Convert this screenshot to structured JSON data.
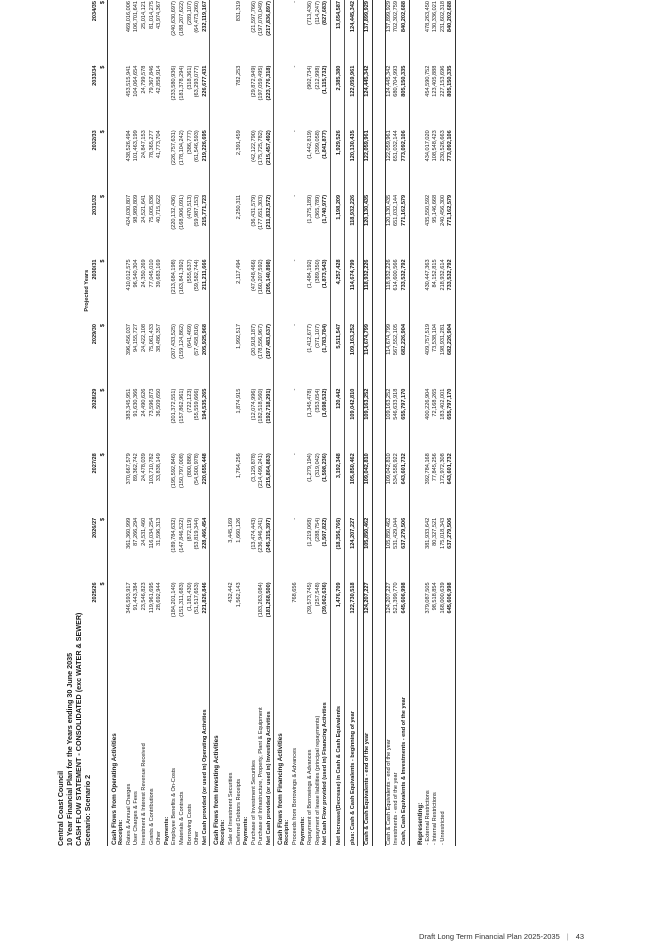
{
  "header": {
    "council": "Central Coast Council",
    "plan": "10 Year Financial Plan for the Years ending 30 June 2035",
    "statement": "CASH FLOW STATEMENT - CONSOLIDATED (exc WATER & SEWER)",
    "scenario": "Scenario: Scenario 2"
  },
  "projected_label": "Projected Years",
  "years": [
    "2025/26",
    "2026/27",
    "2027/28",
    "2028/29",
    "2029/30",
    "2030/31",
    "2031/32",
    "2032/33",
    "2033/34",
    "2034/35"
  ],
  "currency": "$",
  "rows": [
    {
      "type": "sec",
      "label": "Cash Flows from Operating Activities"
    },
    {
      "type": "sub",
      "label": "Receipts:"
    },
    {
      "type": "data",
      "label": "Rates & Annual Charges",
      "values": [
        "346,593,917",
        "361,360,999",
        "370,667,579",
        "383,345,951",
        "396,456,037",
        "410,012,575",
        "424,030,807",
        "438,526,494",
        "453,515,941",
        "469,016,006"
      ]
    },
    {
      "type": "data",
      "label": "User Charges & Fees",
      "values": [
        "91,443,384",
        "87,266,294",
        "89,362,742",
        "91,630,366",
        "94,155,727",
        "96,540,304",
        "98,989,809",
        "101,463,199",
        "104,064,654",
        "106,701,641"
      ]
    },
    {
      "type": "data",
      "label": "Investment & Interest Revenue Received",
      "values": [
        "23,546,823",
        "24,531,460",
        "24,478,039",
        "24,490,626",
        "24,422,108",
        "24,350,269",
        "24,521,641",
        "24,847,153",
        "24,799,578",
        "25,014,121"
      ]
    },
    {
      "type": "data",
      "label": "Grants & Contributions",
      "values": [
        "119,961,695",
        "116,034,254",
        "103,710,782",
        "73,596,873",
        "75,061,433",
        "77,045,010",
        "75,005,836",
        "78,365,277",
        "79,367,846",
        "81,014,275"
      ]
    },
    {
      "type": "data",
      "label": "Other",
      "values": [
        "28,692,944",
        "31,596,313",
        "33,838,149",
        "36,509,650",
        "38,486,357",
        "39,683,169",
        "40,715,622",
        "41,773,704",
        "42,858,914",
        "43,974,367"
      ]
    },
    {
      "type": "sub",
      "label": "Payments:"
    },
    {
      "type": "data",
      "label": "Employee Benefits & On-Costs",
      "values": [
        "(184,201,140)",
        "(189,784,632)",
        "(195,592,846)",
        "(201,372,551)",
        "(207,433,525)",
        "(213,684,198)",
        "(220,132,436)",
        "(226,757,631)",
        "(233,580,936)",
        "(240,630,697)"
      ]
    },
    {
      "type": "data",
      "label": "Materials & Contracts",
      "values": [
        "(151,311,683)",
        "(147,846,522)",
        "(150,797,008)",
        "(157,862,961)",
        "(159,124,862)",
        "(163,841,392)",
        "(168,906,091)",
        "(178,104,242)",
        "(181,378,294)",
        "(188,207,622)"
      ]
    },
    {
      "type": "data",
      "label": "Borrowing Costs",
      "values": [
        "(1,181,430)",
        "(872,119)",
        "(800,886)",
        "(722,123)",
        "(641,469)",
        "(555,637)",
        "(470,513)",
        "(386,777)",
        "(318,361)",
        "(289,107)"
      ]
    },
    {
      "type": "data",
      "label": "Other",
      "values": [
        "(51,517,653)",
        "(53,819,344)",
        "(54,500,978)",
        "(55,559,666)",
        "(57,458,816)",
        "(59,582,744)",
        "(59,987,153)",
        "(61,546,593)",
        "(63,293,077)",
        "(64,473,260)"
      ]
    },
    {
      "type": "tot",
      "label": "Net Cash provided (or used in) Operating Activities",
      "values": [
        "221,826,846",
        "228,466,454",
        "220,655,448",
        "194,535,265",
        "205,925,968",
        "211,211,666",
        "215,771,723",
        "219,226,695",
        "226,677,431",
        "232,119,167"
      ]
    },
    {
      "type": "sec",
      "label": "Cash Flows from Investing Activities"
    },
    {
      "type": "sub",
      "label": "Receipts:"
    },
    {
      "type": "data",
      "label": "Sale of Investment Securities",
      "values": [
        "432,442",
        "3,445,169",
        "",
        "",
        "",
        "",
        "",
        "",
        "",
        ""
      ]
    },
    {
      "type": "data",
      "label": "Deferred Debtors Receipts",
      "values": [
        "1,562,143",
        "1,660,126",
        "1,764,256",
        "1,874,915",
        "1,992,517",
        "2,117,494",
        "2,250,311",
        "2,391,459",
        "782,253",
        "831,319"
      ]
    },
    {
      "type": "sub",
      "label": "Payments:"
    },
    {
      "type": "data",
      "label": "Purchase of Investment Securities",
      "values": [
        "",
        "(13,474,443)",
        "(3,129,878)",
        "(12,074,996)",
        "(20,918,187)",
        "(47,048,466)",
        "(36,431,579)",
        "(42,122,790)",
        "(29,872,949)",
        "(21,597,766)"
      ]
    },
    {
      "type": "data",
      "label": "Purchase of Infrastructure, Property, Plant & Equipment",
      "values": [
        "(183,263,084)",
        "(236,946,241)",
        "(214,499,241)",
        "(182,518,560)",
        "(178,556,967)",
        "(160,207,592)",
        "(177,651,303)",
        "(175,725,782)",
        "(197,059,495)",
        "(197,070,049)"
      ]
    },
    {
      "type": "tot",
      "label": "Net Cash provided (or used in) Investing Activities",
      "values": [
        "(181,268,500)",
        "(245,315,397)",
        "(215,864,863)",
        "(192,718,291)",
        "(197,483,637)",
        "(205,140,898)",
        "(211,832,572)",
        "(215,457,492)",
        "(223,776,318)",
        "(217,836,897)"
      ]
    },
    {
      "type": "sec",
      "label": "Cash Flows from Financing Activities"
    },
    {
      "type": "sub",
      "label": "Receipts:"
    },
    {
      "type": "data",
      "label": "Proceeds from Borrowings & Advances",
      "values": [
        "768,656",
        "-",
        "-",
        "-",
        "-",
        "-",
        "-",
        "-",
        "-",
        "-"
      ]
    },
    {
      "type": "sub",
      "label": "Payments:"
    },
    {
      "type": "data",
      "label": "Repayment of Borrowings & Advances",
      "values": [
        "(39,573,745)",
        "(1,219,068)",
        "(1,279,194)",
        "(1,345,478)",
        "(1,412,677)",
        "(1,484,192)",
        "(1,375,189)",
        "(1,442,819)",
        "(902,734)",
        "(713,436)"
      ]
    },
    {
      "type": "data",
      "label": "Repayment of lease liabilities (principal repayments)",
      "values": [
        "(257,548)",
        "(288,754)",
        "(319,042)",
        "(353,054)",
        "(371,107)",
        "(389,350)",
        "(365,789)",
        "(399,058)",
        "(212,998)",
        "(114,247)"
      ]
    },
    {
      "type": "tot",
      "label": "Net Cash Flow provided (used in) Financing Activities",
      "values": [
        "(39,062,636)",
        "(1,507,822)",
        "(1,598,236)",
        "(1,698,532)",
        "(1,783,784)",
        "(1,873,543)",
        "(1,740,977)",
        "(1,841,877)",
        "(1,115,732)",
        "(827,683)"
      ]
    },
    {
      "type": "gap"
    },
    {
      "type": "tot",
      "label": "Net Increase/(Decrease) in Cash & Cash Equivalents",
      "values": [
        "1,476,709",
        "(18,356,766)",
        "3,192,348",
        "120,442",
        "5,511,547",
        "4,257,428",
        "1,198,209",
        "1,929,526",
        "2,385,380",
        "13,654,587"
      ]
    },
    {
      "type": "gap"
    },
    {
      "type": "tot",
      "label": "plus: Cash & Cash Equivalents - beginning of year",
      "values": [
        "122,730,518",
        "124,207,227",
        "105,850,462",
        "109,042,810",
        "109,163,252",
        "114,674,799",
        "118,932,226",
        "120,130,435",
        "122,059,961",
        "124,445,342"
      ]
    },
    {
      "type": "gap"
    },
    {
      "type": "grand",
      "label": "Cash & Cash Equivalents - end of the year",
      "values": [
        "124,207,227",
        "105,850,462",
        "109,042,810",
        "109,163,252",
        "114,674,799",
        "118,932,226",
        "120,130,435",
        "122,059,961",
        "124,445,342",
        "137,899,929"
      ]
    },
    {
      "type": "bigsep"
    },
    {
      "type": "data",
      "label": "Cash & Cash Equivalents - end of the year",
      "values": [
        "124,207,227",
        "105,850,462",
        "109,042,810",
        "109,163,252",
        "114,674,799",
        "118,932,226",
        "120,130,435",
        "122,059,961",
        "124,445,342",
        "137,899,929"
      ]
    },
    {
      "type": "data",
      "label": "Investments - end of the year",
      "values": [
        "521,399,770",
        "531,429,044",
        "534,558,922",
        "546,633,918",
        "567,552,105",
        "614,600,566",
        "651,032,144",
        "651,032,144",
        "680,704,993",
        "702,302,759"
      ]
    },
    {
      "type": "balf",
      "label": "Cash, Cash Equivalents & Investments - end of the year",
      "values": [
        "645,606,998",
        "637,279,506",
        "643,601,732",
        "655,797,170",
        "682,226,904",
        "733,532,792",
        "771,162,579",
        "773,092,106",
        "805,150,335",
        "840,202,688"
      ]
    },
    {
      "type": "gap"
    },
    {
      "type": "sec",
      "label": "Representing:"
    },
    {
      "type": "data",
      "label": "- External Restrictions",
      "values": [
        "379,087,505",
        "381,933,642",
        "392,784,168",
        "400,226,904",
        "409,757,519",
        "430,447,363",
        "435,550,592",
        "434,017,020",
        "454,590,752",
        "478,263,450"
      ]
    },
    {
      "type": "data",
      "label": "- Internal Restrictions",
      "values": [
        "98,518,854",
        "80,327,521",
        "77,845,256",
        "72,168,265",
        "73,538,104",
        "84,152,815",
        "95,146,668",
        "108,548,423",
        "123,405,888",
        "130,336,021"
      ]
    },
    {
      "type": "data",
      "label": "- Unrestricted",
      "values": [
        "168,000,639",
        "175,018,343",
        "172,972,308",
        "183,402,001",
        "198,931,281",
        "218,932,614",
        "240,456,300",
        "230,526,663",
        "227,153,696",
        "231,602,318"
      ]
    },
    {
      "type": "balf",
      "label": "",
      "values": [
        "645,606,998",
        "637,279,506",
        "643,601,732",
        "655,797,170",
        "682,226,904",
        "733,532,792",
        "771,162,579",
        "773,092,106",
        "805,150,335",
        "840,202,688"
      ]
    }
  ],
  "footer": {
    "text": "Draft Long Term Financial Plan 2025-2035",
    "separator": "|",
    "page": "43"
  }
}
